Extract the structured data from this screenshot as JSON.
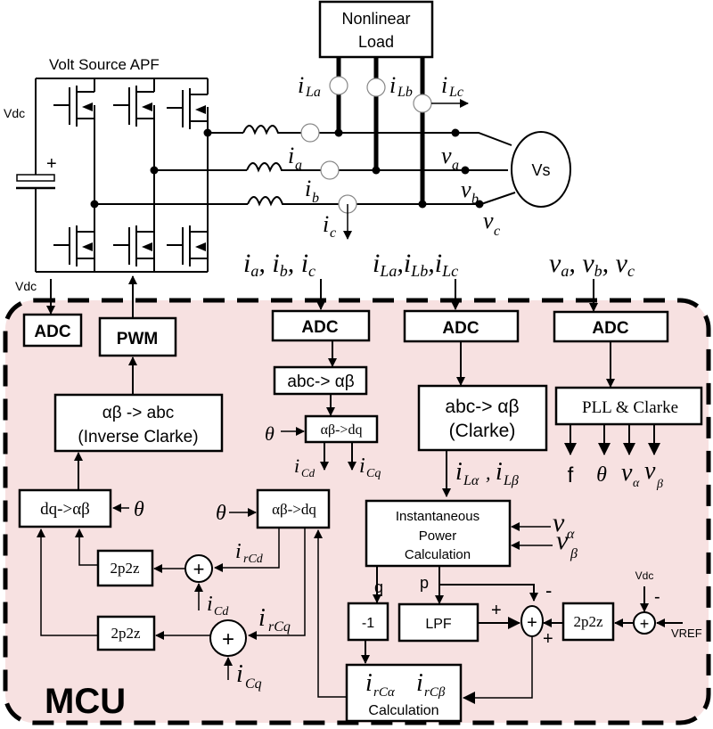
{
  "diagram": {
    "title": "Shunt Active Power Filter with MCU control",
    "colors": {
      "mcu_background": "#f7e1e1",
      "line": "#000000",
      "box_fill": "#ffffff"
    },
    "power_stage": {
      "inverter_label": "Volt Source APF",
      "dc_label": "Vdc",
      "capacitor_polarity": "+",
      "load_label_line1": "Nonlinear",
      "load_label_line2": "Load",
      "source_label": "Vs",
      "load_currents": {
        "a": "i",
        "a_sub": "La",
        "b": "i",
        "b_sub": "Lb",
        "c": "i",
        "c_sub": "Lc"
      },
      "filter_currents": {
        "a_sub": "a",
        "b_sub": "b",
        "c_sub": "c",
        "sym": "i"
      },
      "voltages": {
        "sym": "v",
        "a_sub": "a",
        "b_sub": "b",
        "c_sub": "c"
      }
    },
    "signals_top": {
      "filter_currents": {
        "sym": "i",
        "subs": [
          "a",
          "b",
          "c"
        ]
      },
      "load_currents": {
        "sym": "i",
        "subs": [
          "La",
          "Lb",
          "Lc"
        ]
      },
      "voltages": {
        "sym": "v",
        "subs": [
          "a",
          "b",
          "c"
        ]
      },
      "vdc_label": "Vdc"
    },
    "mcu": {
      "label": "MCU",
      "adc_dc": "ADC",
      "pwm": "PWM",
      "adc_ic": "ADC",
      "adc_il": "ADC",
      "adc_v": "ADC",
      "inverse_clarke_line1": "αβ -> abc",
      "inverse_clarke_line2": "(Inverse Clarke)",
      "abc_ab_ic": "abc-> αβ",
      "ab_dq_ic": "αβ->dq",
      "clarke_line1": "abc-> αβ",
      "clarke_line2": "(Clarke)",
      "pll_clarke": "PLL & Clarke",
      "pll_outputs": [
        "f",
        "θ",
        "v",
        "v"
      ],
      "pll_output_subs": [
        "",
        "",
        "α",
        "β"
      ],
      "dq_ab": "dq->αβ",
      "ab_dq_ref": "αβ->dq",
      "theta": "θ",
      "comp_d": "2p2z",
      "comp_q": "2p2z",
      "comp_dc": "2p2z",
      "ipc_line1": "Instantaneous",
      "ipc_line2": "Power",
      "ipc_line3": "Calculation",
      "neg_one": "-1",
      "lpf": "LPF",
      "ref_calc_line2": "Calculation",
      "q_label": "q",
      "p_label": "p",
      "plus": "+",
      "minus": "-",
      "vdc_small": "Vdc",
      "vref": "VREF",
      "sym_i": "i",
      "sym_v": "v",
      "sub_Cd": "Cd",
      "sub_Cq": "Cq",
      "sub_rCd": "rCd",
      "sub_rCq": "rCq",
      "sub_La": "Lα",
      "sub_Lb": "Lβ",
      "sub_rCa": "rCα",
      "sub_rCb": "rCβ",
      "sub_alpha": "α",
      "sub_beta": "β"
    }
  }
}
